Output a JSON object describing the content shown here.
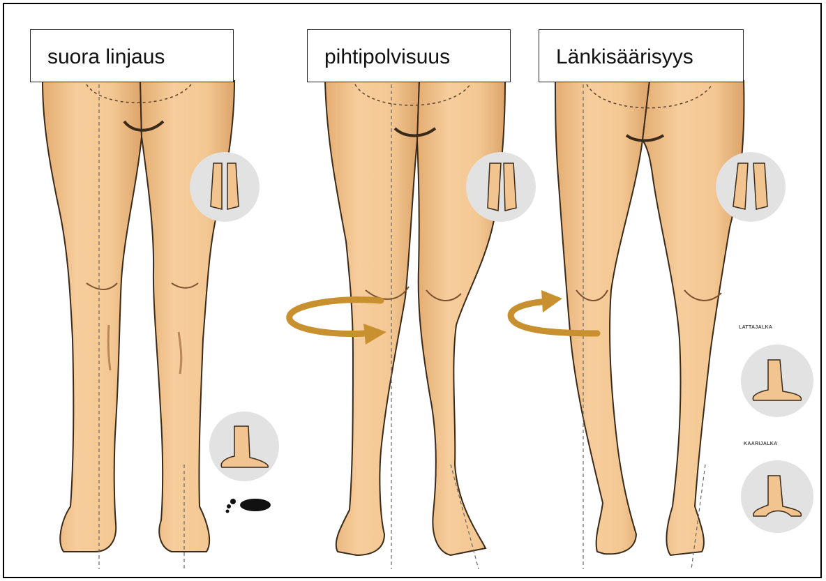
{
  "panels": [
    {
      "label": "suora linjaus"
    },
    {
      "label": "pihtipolvisuus"
    },
    {
      "label": "Länkisäärisyys"
    }
  ],
  "small_labels": {
    "flat_foot": "LATTAJALKA",
    "high_arch": "KAARIJALKA"
  },
  "colors": {
    "skin": "#f2c490",
    "skin_shadow": "#d9a36a",
    "arrow": "#c8902e",
    "circle_bg": "#e2e2e2",
    "outline": "#3a2a1a"
  },
  "icons": [
    "feet-pair-icon",
    "foot-side-icon",
    "footprint-icon",
    "rotation-arrow-icon",
    "flat-foot-icon",
    "high-arch-foot-icon"
  ]
}
